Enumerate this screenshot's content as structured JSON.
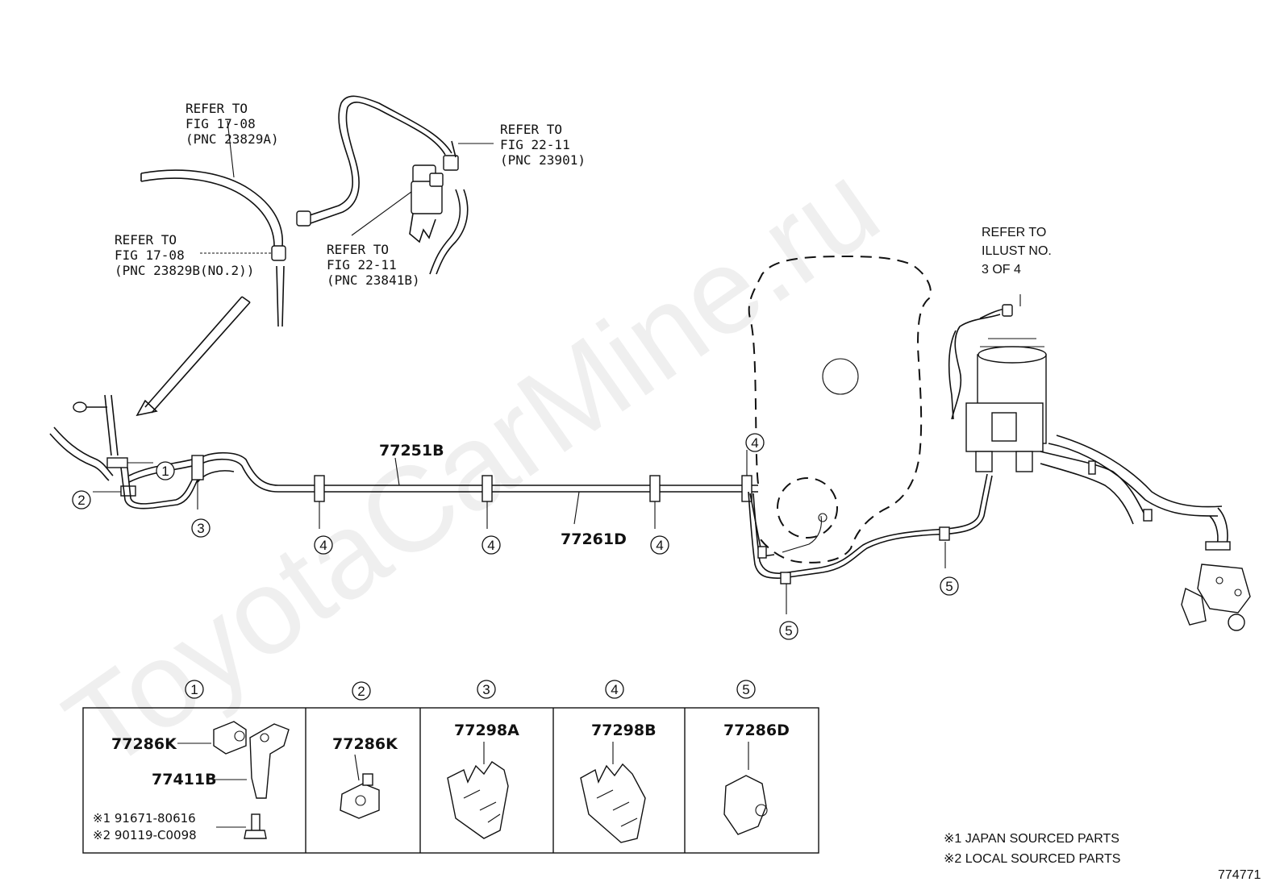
{
  "watermark": "ToyotaCarMine.ru",
  "figure_number": "774771",
  "references": {
    "ref_a": [
      "REFER TO",
      "FIG 17-08",
      "(PNC 23829A)"
    ],
    "ref_b": [
      "REFER TO",
      "FIG 17-08",
      "(PNC 23829B(NO.2))"
    ],
    "ref_c": [
      "REFER TO",
      "FIG 22-11",
      "(PNC 23841B)"
    ],
    "ref_d": [
      "REFER TO",
      "FIG 22-11",
      "(PNC 23901)"
    ],
    "ref_e": [
      "REFER TO",
      "ILLUST NO.",
      "3 OF 4"
    ]
  },
  "main_parts": {
    "tube_upper": "77251B",
    "tube_lower": "77261D"
  },
  "callouts": {
    "c1": "1",
    "c2": "2",
    "c3": "3",
    "c4": "4",
    "c5": "5"
  },
  "detail_table": {
    "columns": [
      {
        "index": "1",
        "parts": [
          "77286K",
          "77411B"
        ],
        "notes": [
          "※1 91671-80616",
          "※2 90119-C0098"
        ]
      },
      {
        "index": "2",
        "parts": [
          "77286K"
        ]
      },
      {
        "index": "3",
        "parts": [
          "77298A"
        ]
      },
      {
        "index": "4",
        "parts": [
          "77298B"
        ]
      },
      {
        "index": "5",
        "parts": [
          "77286D"
        ]
      }
    ]
  },
  "legend": {
    "japan": "※1  JAPAN SOURCED PARTS",
    "local": "※2  LOCAL SOURCED PARTS"
  }
}
